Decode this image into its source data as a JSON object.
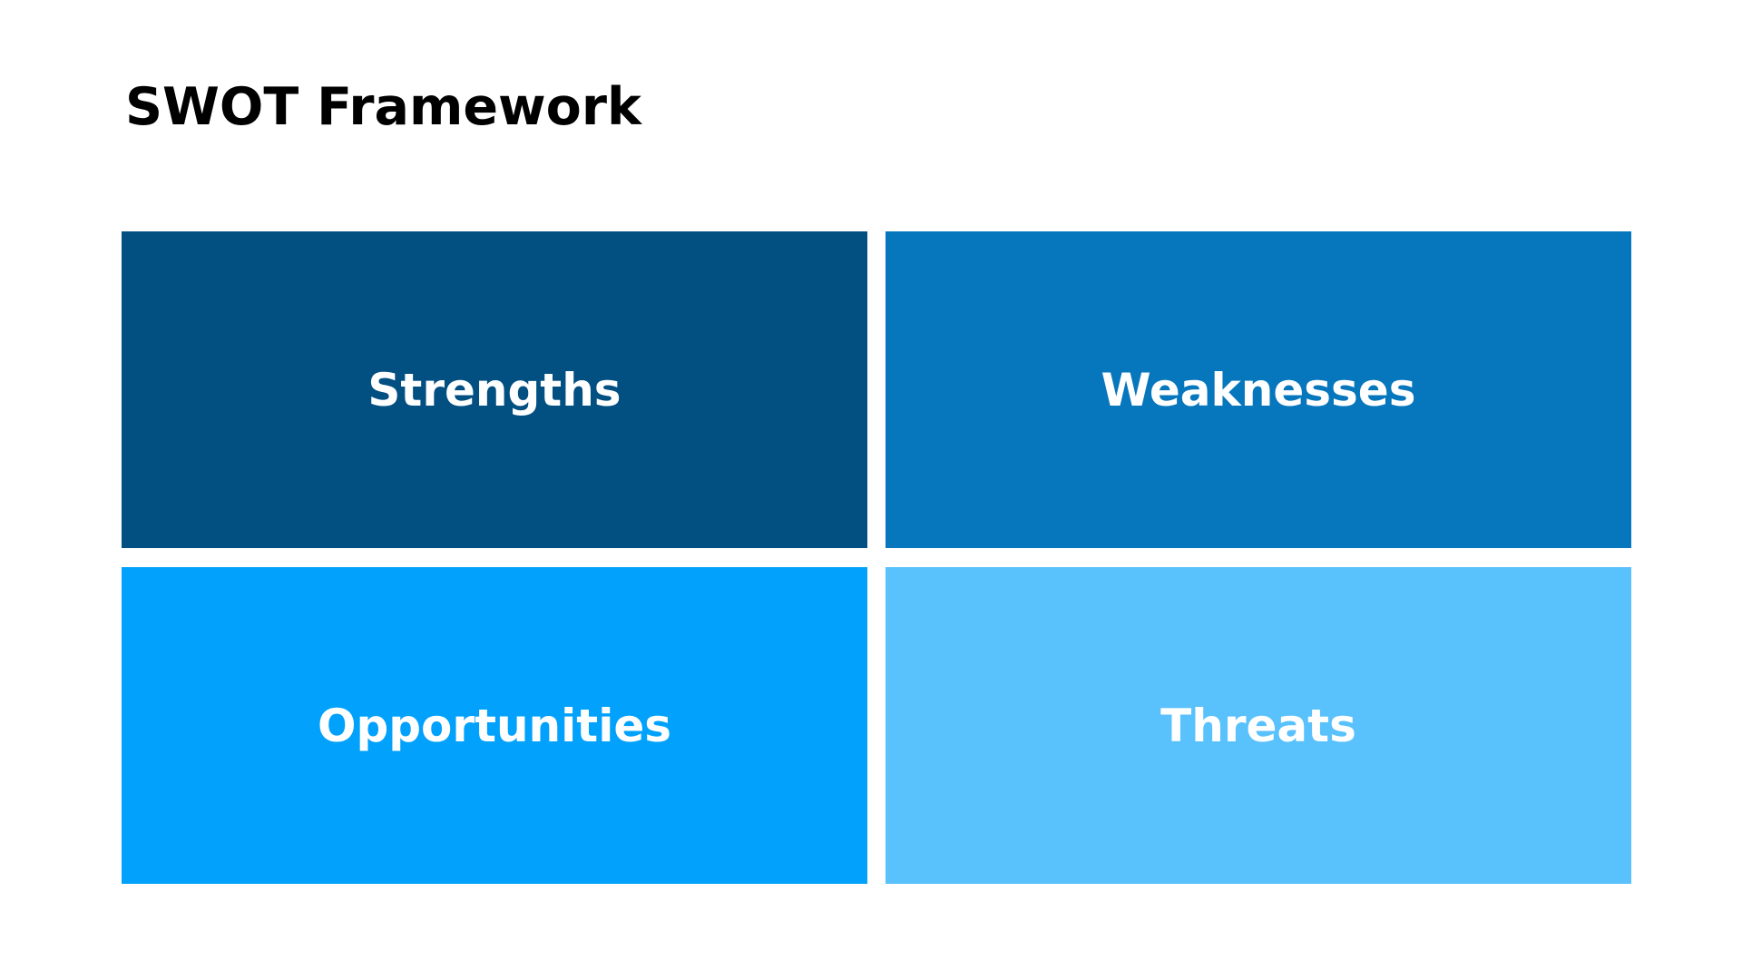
{
  "slide": {
    "title": "SWOT Framework"
  },
  "quadrants": [
    {
      "label": "Strengths",
      "color": "#024F82"
    },
    {
      "label": "Weaknesses",
      "color": "#0676BD"
    },
    {
      "label": "Opportunities",
      "color": "#02A1FC"
    },
    {
      "label": "Threats",
      "color": "#59C1FC"
    }
  ]
}
